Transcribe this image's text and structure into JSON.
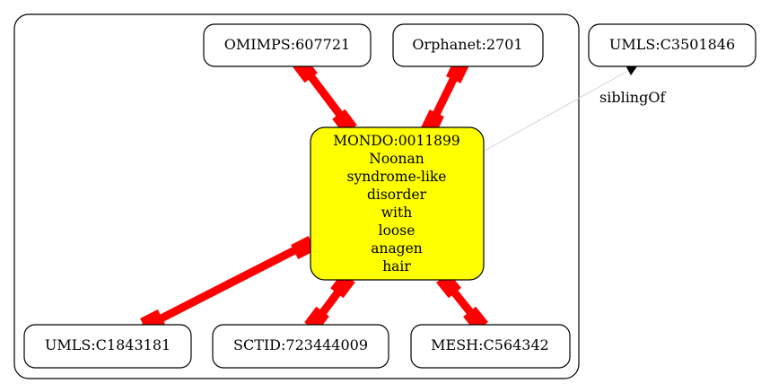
{
  "colors": {
    "edge_equivalent": "#ff0000",
    "center_fill": "#ffff00",
    "node_stroke": "#000000",
    "sibling_edge": "#d3d3d3"
  },
  "nodes": {
    "omimps": "OMIMPS:607721",
    "orphanet": "Orphanet:2701",
    "umls_outside": "UMLS:C3501846",
    "umls_inside": "UMLS:C1843181",
    "sctid": "SCTID:723444009",
    "mesh": "MESH:C564342"
  },
  "center": {
    "lines": [
      "MONDO:0011899",
      "Noonan",
      "syndrome-like",
      "disorder",
      "with",
      "loose",
      "anagen",
      "hair"
    ]
  },
  "edges": {
    "sibling_label": "siblingOf"
  }
}
